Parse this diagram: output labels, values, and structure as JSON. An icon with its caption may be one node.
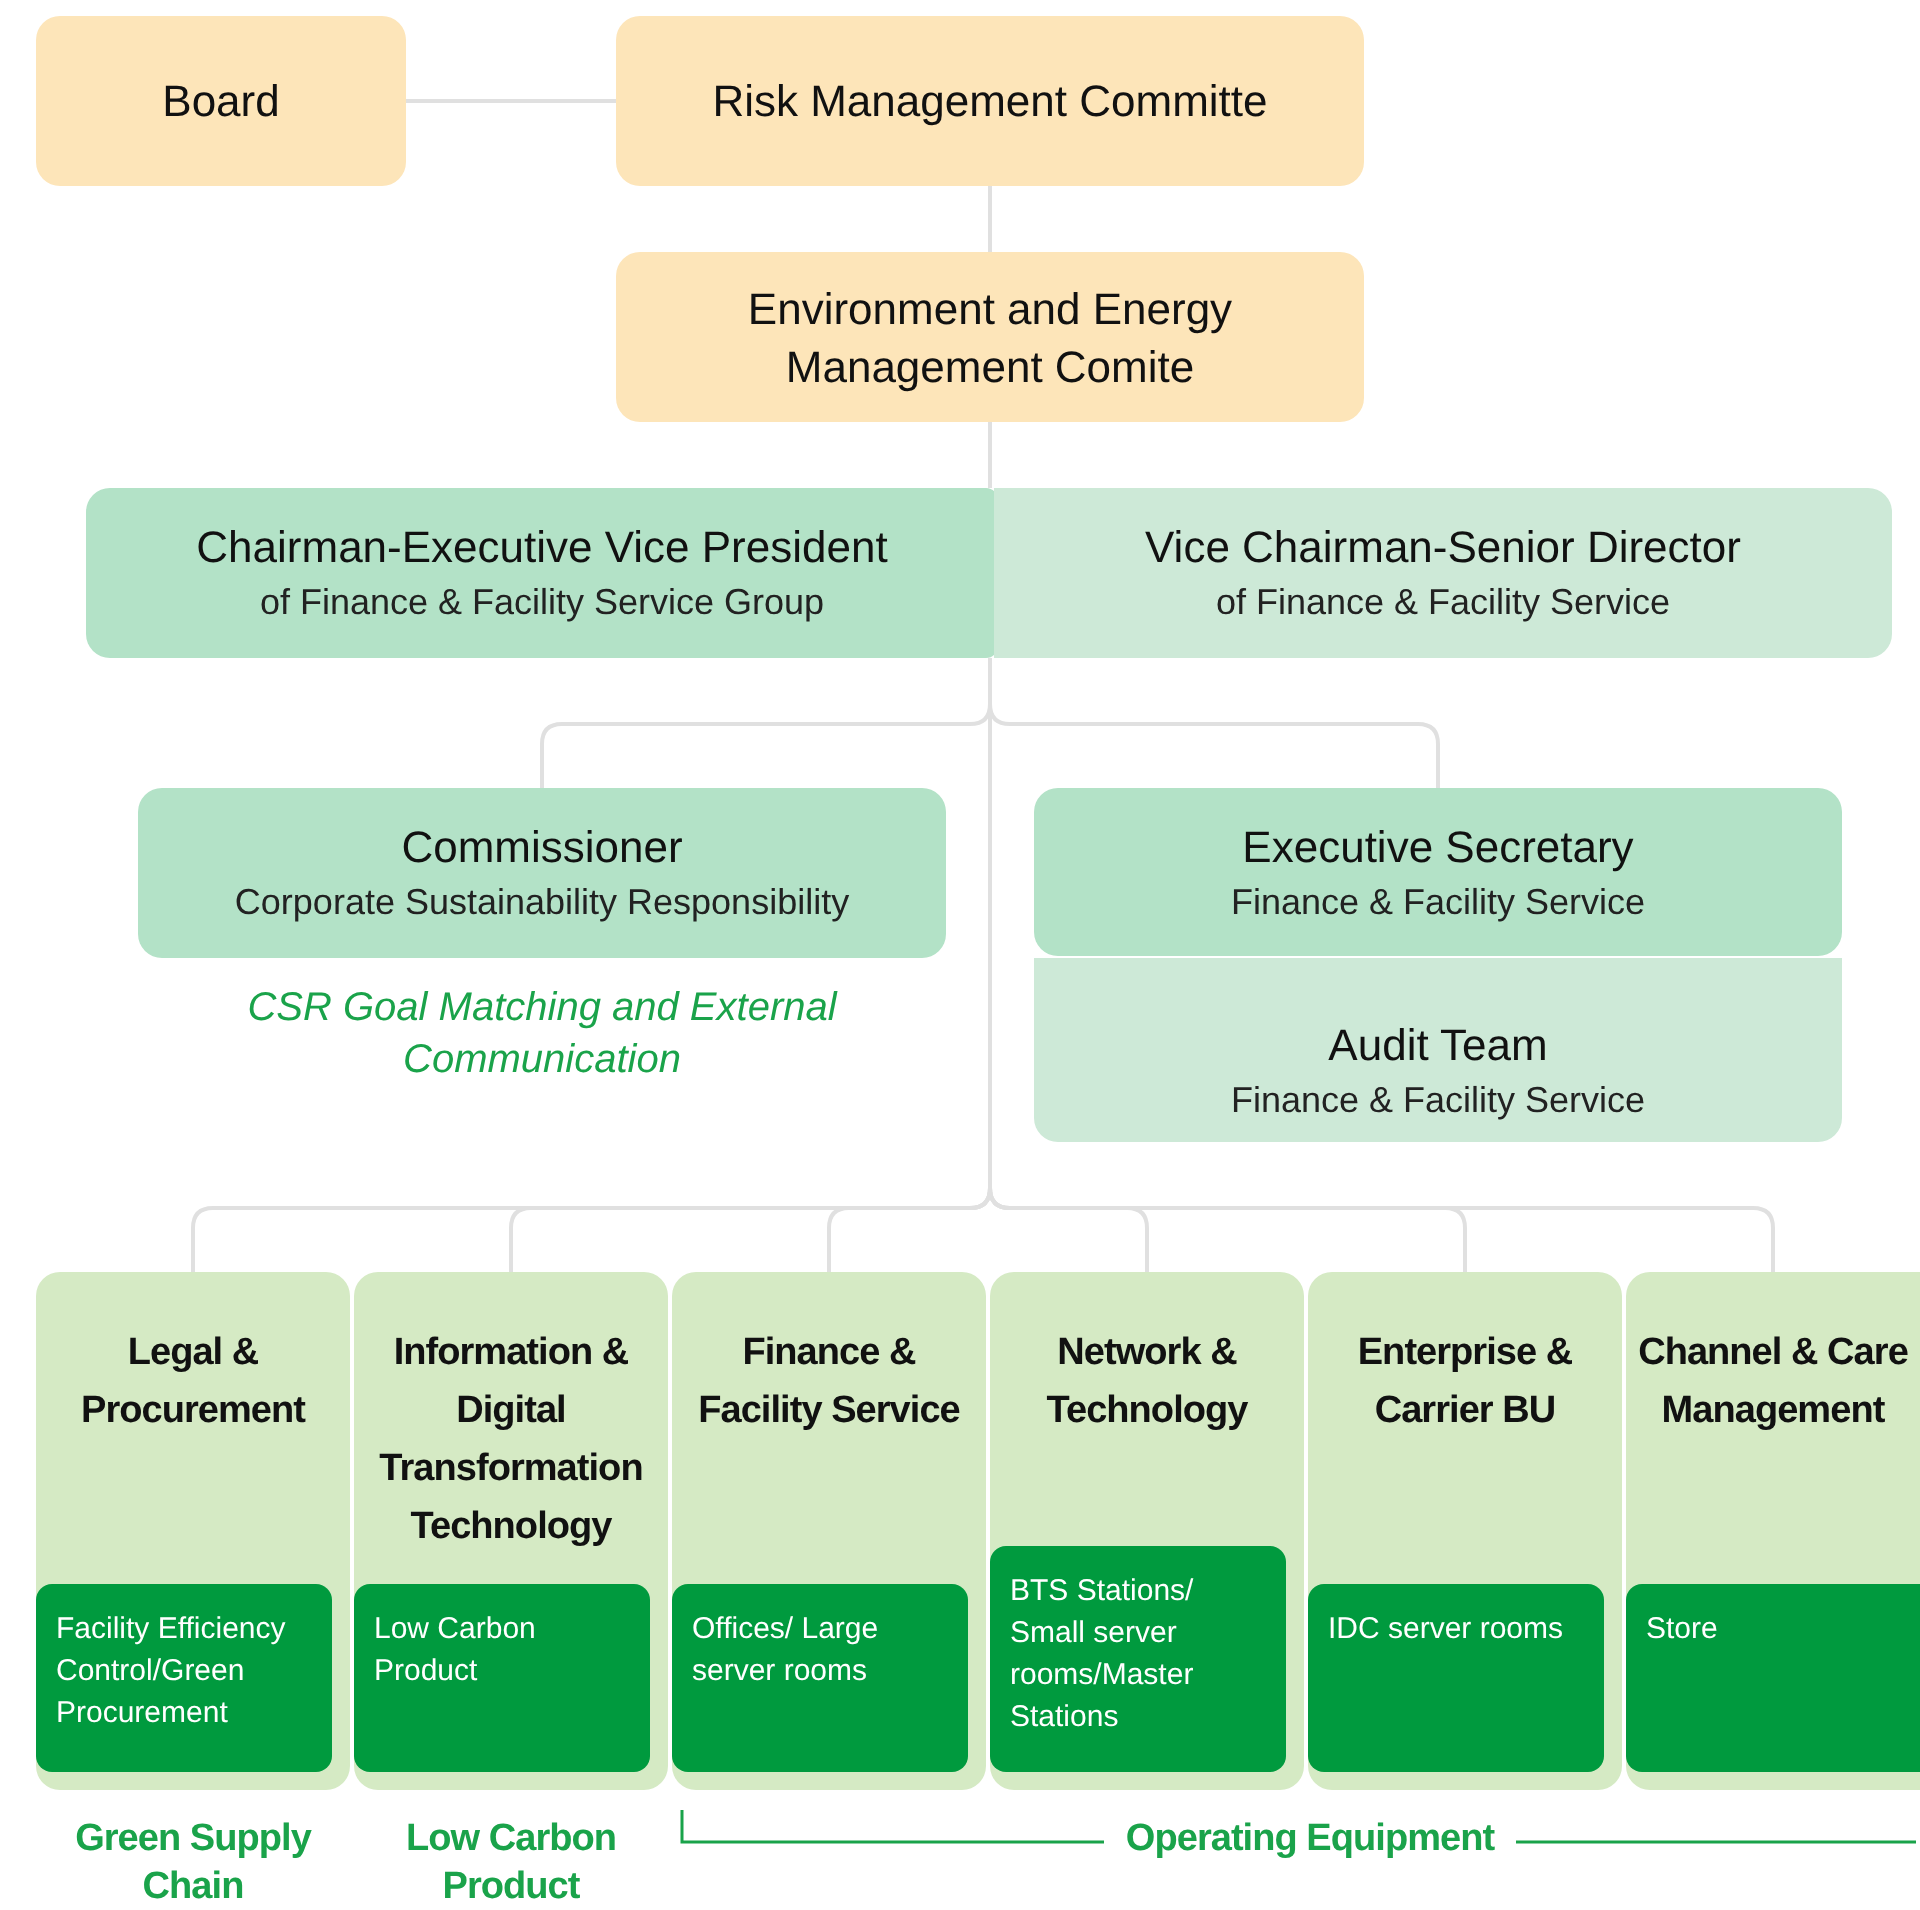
{
  "diagram": {
    "nodes": [
      {
        "text": [
          "Board"
        ]
      },
      {
        "text": [
          "Risk Management Committe"
        ]
      },
      {
        "text": [
          "Environment and Energy Management Comite"
        ]
      },
      {
        "text": [
          "Chairman-Executive Vice President",
          "of Finance & Facility Service Group"
        ]
      },
      {
        "text": [
          "Vice Chairman-Senior Director",
          "of Finance & Facility Service"
        ]
      },
      {
        "text": [
          "Commissioner",
          "Corporate Sustainability Responsibility"
        ],
        "beside": [
          "CSR Goal Matching and External Communication"
        ]
      },
      {
        "text": [
          "Executive Secretary",
          "Finance & Facility Service"
        ]
      },
      {
        "text": [
          "Audit Team",
          "Finance & Facility Service"
        ]
      },
      {
        "text": [
          "Legal & Procurement"
        ]
      },
      {
        "text": [
          "Facility Efficiency Control/Green Procurement"
        ],
        "in": 8
      },
      {
        "text": [
          "Information & Digital Transformation Technology"
        ]
      },
      {
        "text": [
          "Low Carbon Product"
        ],
        "in": 10
      },
      {
        "text": [
          "Finance & Facility Service"
        ]
      },
      {
        "text": [
          "Offices/ Large server rooms"
        ],
        "in": 12
      },
      {
        "text": [
          "Network & Technology"
        ]
      },
      {
        "text": [
          "BTS Stations/ Small server rooms/Master Stations"
        ],
        "in": 14
      },
      {
        "text": [
          "Enterprise & Carrier BU"
        ]
      },
      {
        "text": [
          "IDC server rooms"
        ],
        "in": 16
      },
      {
        "text": [
          "Channel & Care Management"
        ]
      },
      {
        "text": [
          "Store"
        ],
        "in": 18
      }
    ],
    "edges": [
      {
        "from": 0,
        "to": 1,
        "arrow": "none"
      },
      {
        "from": 1,
        "to": 2,
        "arrow": "none"
      },
      {
        "from": 2,
        "to": 3,
        "arrow": "none"
      },
      {
        "from": 3,
        "to": 5,
        "arrow": "none"
      },
      {
        "from": 3,
        "to": 6,
        "arrow": "none"
      },
      {
        "from": 3,
        "to": 8,
        "arrow": "none"
      },
      {
        "from": 3,
        "to": 10,
        "arrow": "none"
      },
      {
        "from": 3,
        "to": 12,
        "arrow": "none"
      },
      {
        "from": 3,
        "to": 14,
        "arrow": "none"
      },
      {
        "from": 3,
        "to": 16,
        "arrow": "none"
      },
      {
        "from": 3,
        "to": 18,
        "arrow": "none"
      }
    ],
    "labels": [
      "Green Supply Chain",
      "Low Carbon Product",
      "Operating Equipment"
    ]
  }
}
